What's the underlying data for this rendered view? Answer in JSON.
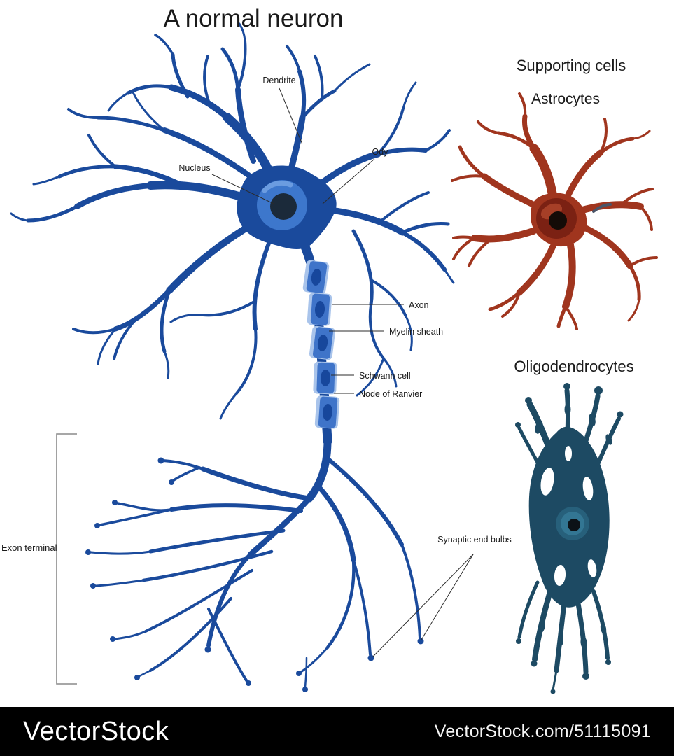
{
  "title": "A normal neuron",
  "neuron": {
    "labels": {
      "dendrite": "Dendrite",
      "nucleus": "Nucleus",
      "body": "Ody",
      "axon": "Axon",
      "myelin_sheath": "Myelin sheath",
      "schwann_cell": "Schwann cell",
      "node_of_ranvier": "Node of Ranvier",
      "axon_terminal": "Exon terminal",
      "synaptic_end_bulbs": "Synaptic end bulbs"
    }
  },
  "supporting_cells": {
    "heading": "Supporting cells",
    "astrocytes_label": "Astrocytes",
    "oligodendrocytes_label": "Oligodendrocytes"
  },
  "watermark": {
    "brand": "VectorStock",
    "url": "VectorStock.com/51115091",
    "bar_color": "#000000"
  },
  "colors": {
    "neuron_blue": "#1a4a9c",
    "nucleus_fill": "#3d77cc",
    "nucleus_core": "#1b2a3a",
    "myelin_outer": "#a9c4eb",
    "myelin_inner": "#3f74c9",
    "astrocyte_red": "#a0351e",
    "astrocyte_nucleus": "#7b2113",
    "oligodendrocyte_teal": "#1d4a63",
    "oligodendrocyte_nucleus": "#337693",
    "label_color": "#1a1a1a",
    "bracket_gray": "#8a8a8a"
  }
}
